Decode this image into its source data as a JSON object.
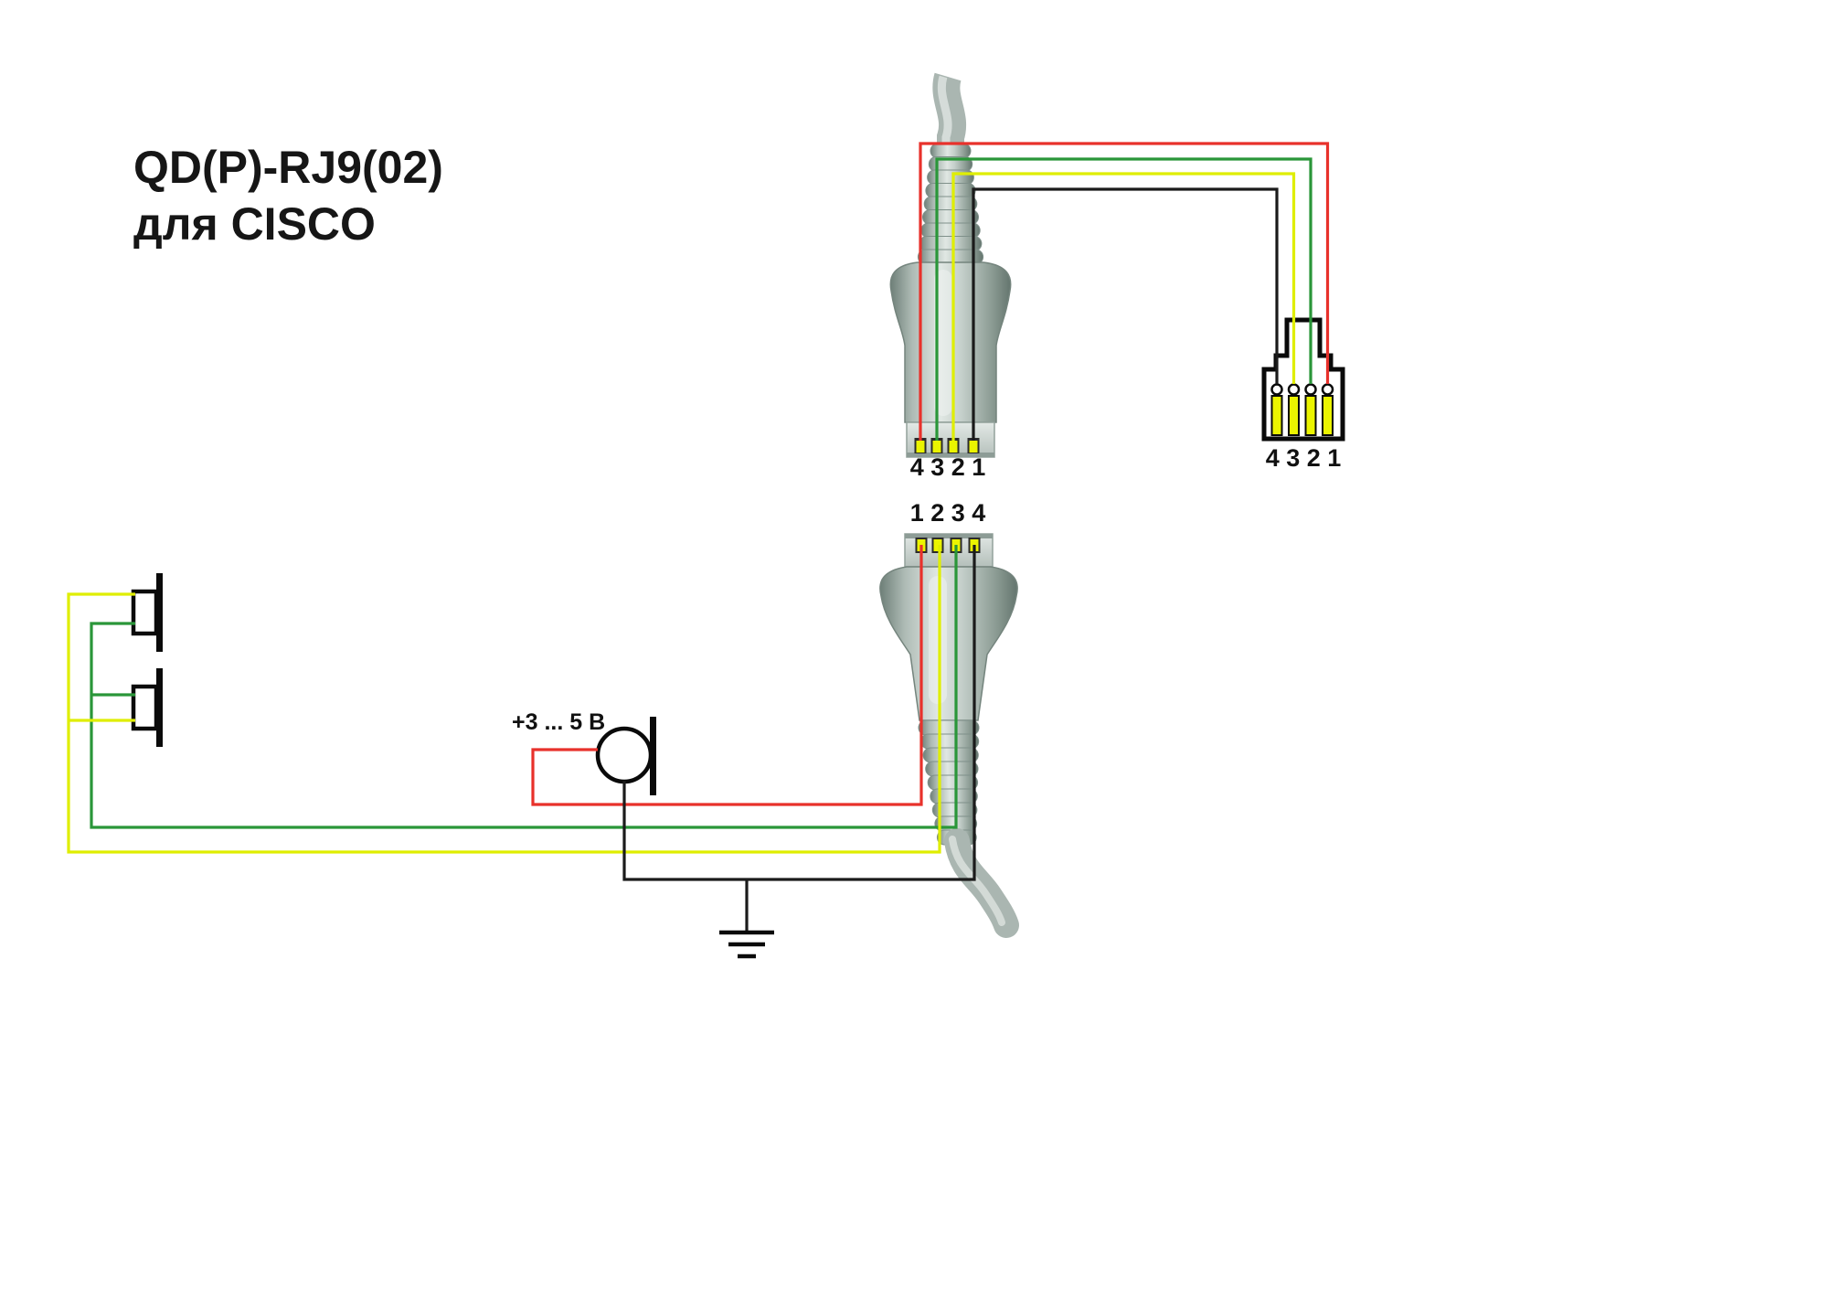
{
  "title": {
    "line1": "QD(P)-RJ9(02)",
    "line2": "для CISCO"
  },
  "labels": {
    "qd_top_pins": "4 3 2 1",
    "rj9_pins": "4 3 2 1",
    "qd_bottom_pins": "1 2 3 4",
    "mic_voltage": "+3 ... 5 В"
  },
  "colors": {
    "wire_red": "#e8312b",
    "wire_green": "#2a9639",
    "wire_yellow": "#dfee00",
    "wire_black": "#1b1b1b",
    "pin_yellow": "#ebf400"
  }
}
